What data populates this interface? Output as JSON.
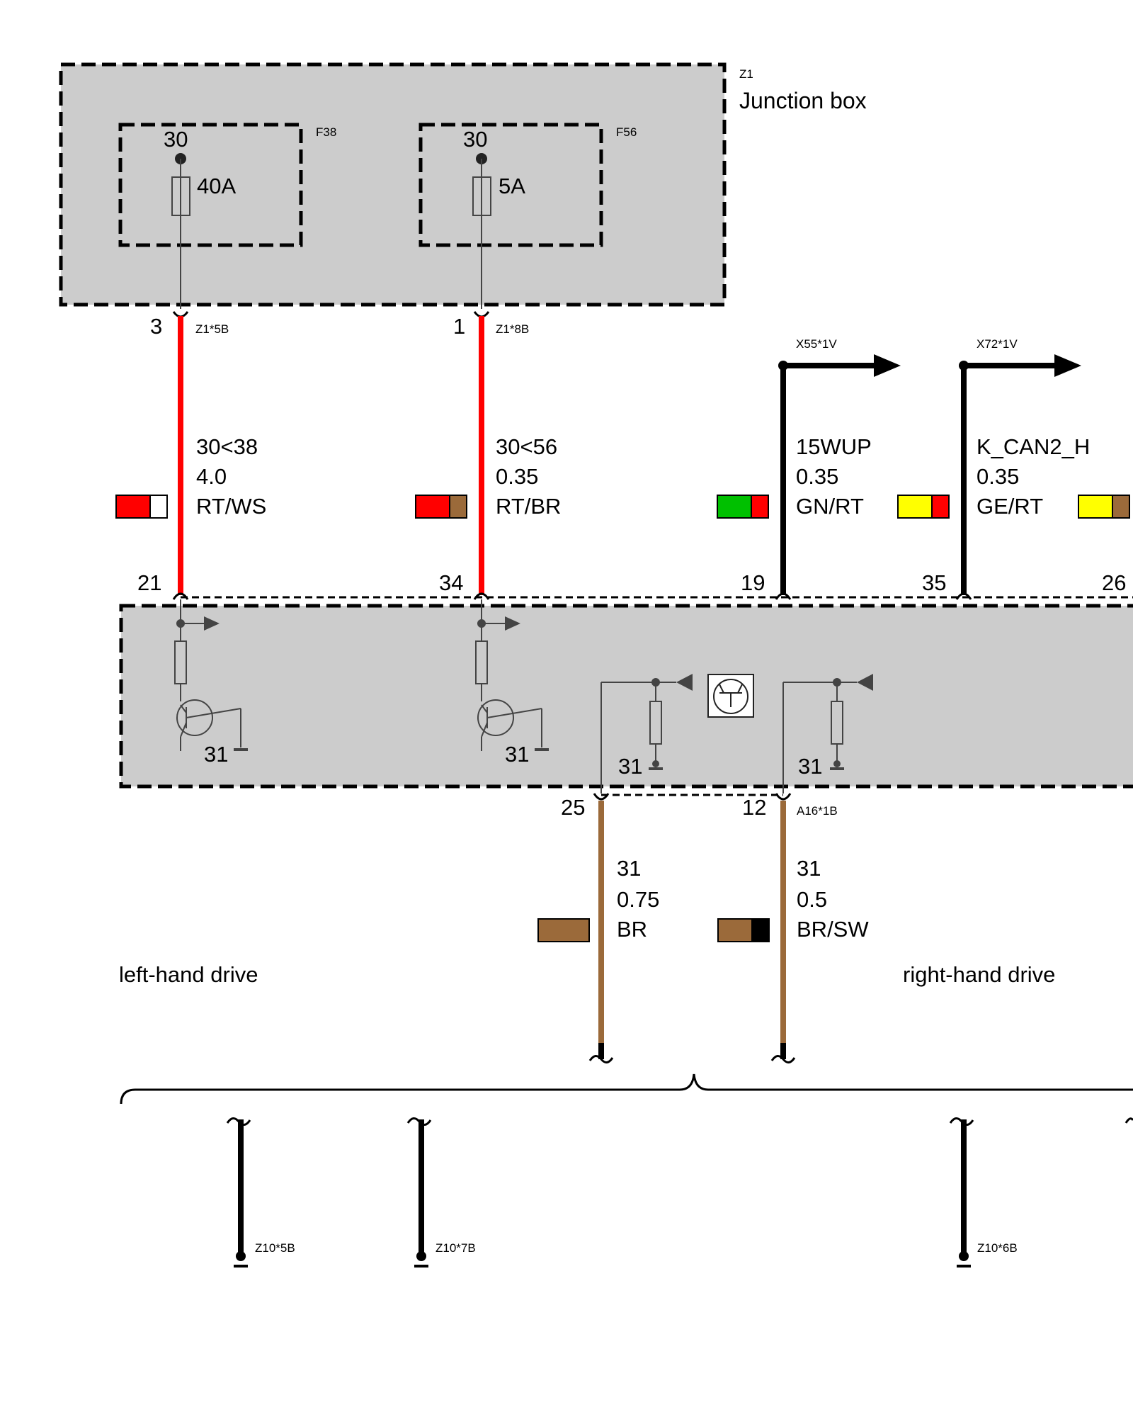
{
  "colors": {
    "panel_fill": "#cccccc",
    "rt": "#ff0000",
    "ws": "#ffffff",
    "br": "#9b6a3a",
    "gn": "#00c000",
    "ge": "#ffff00",
    "sw": "#000000"
  },
  "junction_box": {
    "id": "Z1",
    "title": "Junction box",
    "fuses": [
      {
        "id": "F38",
        "terminal": "30",
        "rating": "40A"
      },
      {
        "id": "F56",
        "terminal": "30",
        "rating": "5A"
      }
    ]
  },
  "top_connectors": [
    {
      "pin": "3",
      "connector": "Z1*5B"
    },
    {
      "pin": "1",
      "connector": "Z1*8B"
    }
  ],
  "wires_top": [
    {
      "signal": "30<38",
      "size": "4.0",
      "color_code": "RT/WS",
      "swatch": [
        "rt",
        "ws"
      ]
    },
    {
      "signal": "30<56",
      "size": "0.35",
      "color_code": "RT/BR",
      "swatch": [
        "rt",
        "br"
      ]
    },
    {
      "signal": "15WUP",
      "size": "0.35",
      "color_code": "GN/RT",
      "swatch": [
        "gn",
        "rt"
      ]
    },
    {
      "signal": "K_CAN2_H",
      "size": "0.35",
      "color_code": "GE/RT",
      "swatch": [
        "ge",
        "rt"
      ]
    }
  ],
  "extra_swatch": [
    "ge",
    "br"
  ],
  "arrow_connectors": [
    "X55*1V",
    "X72*1V"
  ],
  "module_pins_top": [
    "21",
    "34",
    "19",
    "35",
    "26"
  ],
  "ground_labels": [
    "31",
    "31",
    "31",
    "31"
  ],
  "module_pins_bottom": [
    {
      "pin": "25"
    },
    {
      "pin": "12",
      "connector": "A16*1B"
    }
  ],
  "wires_bottom": [
    {
      "signal": "31",
      "size": "0.75",
      "color_code": "BR",
      "swatch": [
        "br"
      ]
    },
    {
      "signal": "31",
      "size": "0.5",
      "color_code": "BR/SW",
      "swatch": [
        "br",
        "sw"
      ]
    }
  ],
  "variants": {
    "left": "left-hand drive",
    "right": "right-hand drive"
  },
  "ground_points": [
    "Z10*5B",
    "Z10*7B",
    "Z10*6B"
  ]
}
